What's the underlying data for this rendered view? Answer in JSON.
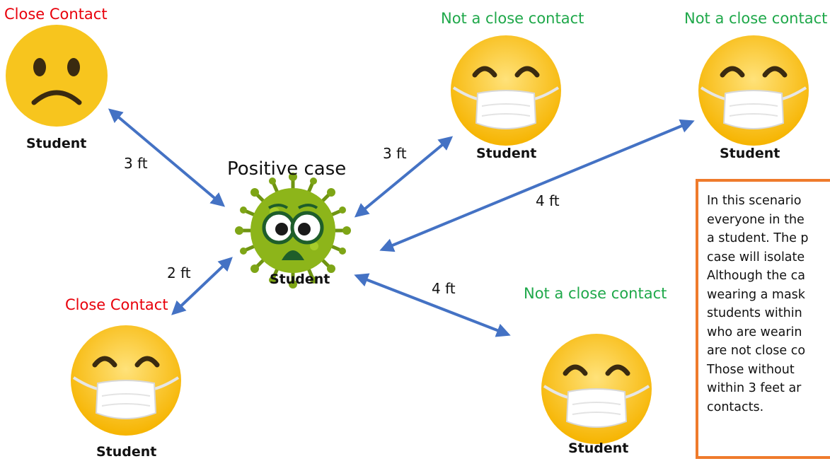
{
  "colors": {
    "close_label": "#e8000b",
    "not_close_label": "#1fa84a",
    "arrow": "#4472c4",
    "note_border": "#ef7b2c",
    "face": "#f7c51e",
    "virus": "#8db51a"
  },
  "center": {
    "title": "Positive case",
    "student_label": "Student"
  },
  "people": [
    {
      "status": "Close Contact",
      "label": "Student",
      "icon": "sad-face-icon"
    },
    {
      "status": "Not a close contact",
      "label": "Student",
      "icon": "masked-face-icon"
    },
    {
      "status": "Not a close contact",
      "label": "Student",
      "icon": "masked-face-icon"
    },
    {
      "status": "Close Contact",
      "label": "Student",
      "icon": "masked-face-icon"
    },
    {
      "status": "Not a close contact",
      "label": "Student",
      "icon": "masked-face-icon"
    }
  ],
  "distances": [
    "3 ft",
    "3 ft",
    "4 ft",
    "2 ft",
    "4 ft"
  ],
  "note": "In this scenario\neveryone in the\na student. The p\ncase will isolate\nAlthough the ca\nwearing a mask\nstudents within\nwho are wearin\nare not close co\nThose without\nwithin 3 feet ar\ncontacts."
}
